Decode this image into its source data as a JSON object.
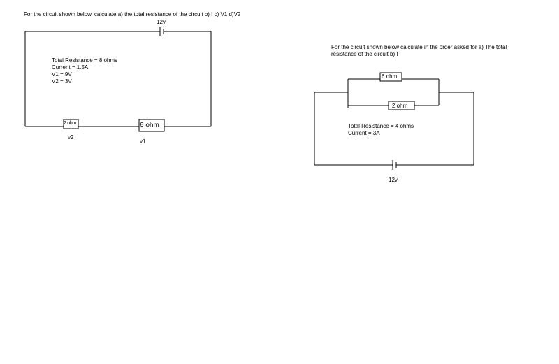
{
  "circuit1": {
    "question": "For the circuit shown below, calculate a) the total resistance of the circuit b) I c) V1 d)V2",
    "battery_label": "12v",
    "answers": {
      "total_resistance": "Total Resistance = 8 ohms",
      "current": "Current = 1.5A",
      "v1": "V1 = 9V",
      "v2": "V2 = 3V"
    },
    "resistor_2": {
      "label": "2 ohm",
      "voltage_label": "v2"
    },
    "resistor_6": {
      "label": "6 ohm",
      "voltage_label": "v1"
    }
  },
  "circuit2": {
    "question_line1": "For the circuit shown below calculate in the order asked for a) The total",
    "question_line2": "resistance of the circuit b) I",
    "resistor_6": {
      "label": "6 ohm"
    },
    "resistor_2": {
      "label": "2 ohm"
    },
    "answers": {
      "total_resistance": "Total Resistance = 4 ohms",
      "current": "Current = 3A"
    },
    "battery_label": "12v"
  }
}
